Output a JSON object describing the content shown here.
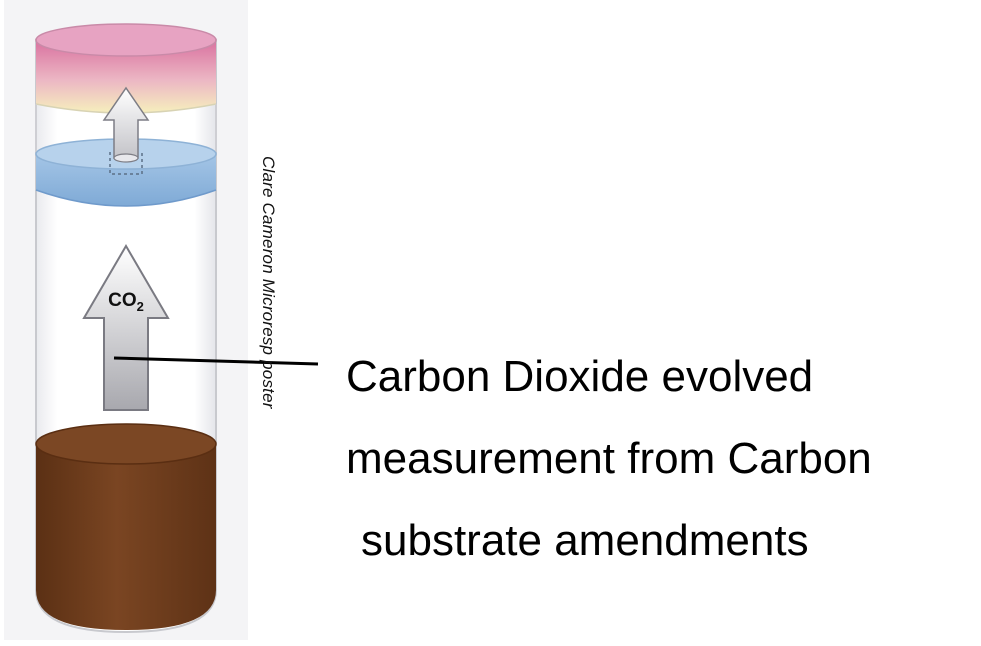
{
  "diagram": {
    "arrow_label": "CO2",
    "credit": "Clare Cameron Microresp poster",
    "caption": {
      "line1": "Carbon Dioxide evolved",
      "line2": "measurement from Carbon",
      "line3": "substrate amendments"
    }
  },
  "colors": {
    "soil": "#6e3d1c",
    "indicator_pink": "#d97aa7",
    "indicator_yellow": "#f3edbc",
    "gel_blue": "#8fb6dd",
    "arrow_gray": "#b9b9bf",
    "tube_outline": "#c9c9cc"
  }
}
